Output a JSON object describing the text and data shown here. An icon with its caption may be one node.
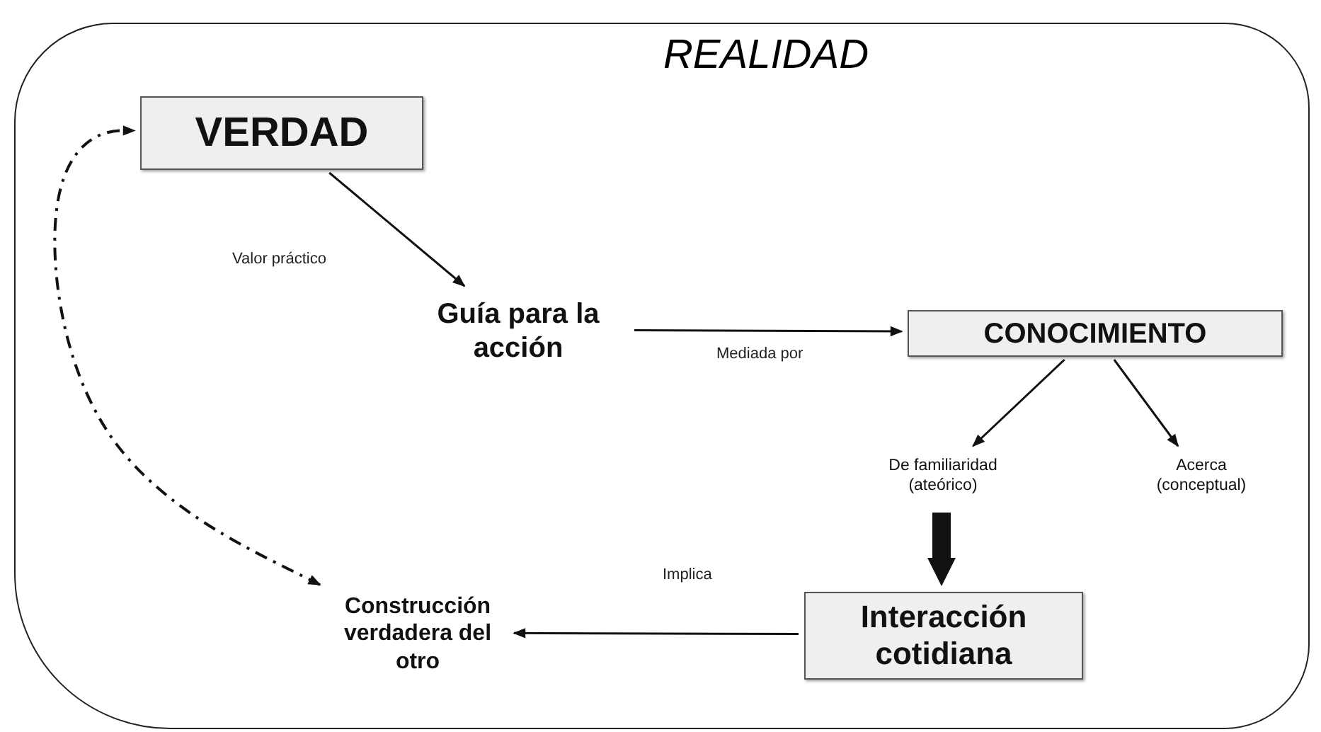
{
  "diagram": {
    "nodes": [
      {
        "text": [
          "REALIDAD"
        ]
      },
      {
        "text": [
          "VERDAD"
        ],
        "in": 0
      },
      {
        "text": [
          "Guía para la acción"
        ],
        "in": 0
      },
      {
        "text": [
          "CONOCIMIENTO"
        ],
        "in": 0
      },
      {
        "text": [
          "De familiaridad (ateórico)"
        ],
        "in": 0
      },
      {
        "text": [
          "Acerca (conceptual)"
        ],
        "in": 0
      },
      {
        "text": [
          "Interacción cotidiana"
        ],
        "in": 0
      },
      {
        "text": [
          "Construcción verdadera del otro"
        ],
        "in": 0
      }
    ],
    "edges": [
      {
        "from": 1,
        "to": 2,
        "arrow": "to",
        "label": "Valor práctico"
      },
      {
        "from": 2,
        "to": 3,
        "arrow": "to",
        "label": "Mediada por"
      },
      {
        "from": 3,
        "to": 4,
        "arrow": "to"
      },
      {
        "from": 3,
        "to": 5,
        "arrow": "to"
      },
      {
        "from": 4,
        "to": 6,
        "arrow": "to",
        "style": "thick"
      },
      {
        "from": 6,
        "to": 7,
        "arrow": "to",
        "label": "Implica"
      },
      {
        "from": 7,
        "to": 1,
        "arrow": "both",
        "style": "dashed"
      }
    ]
  }
}
